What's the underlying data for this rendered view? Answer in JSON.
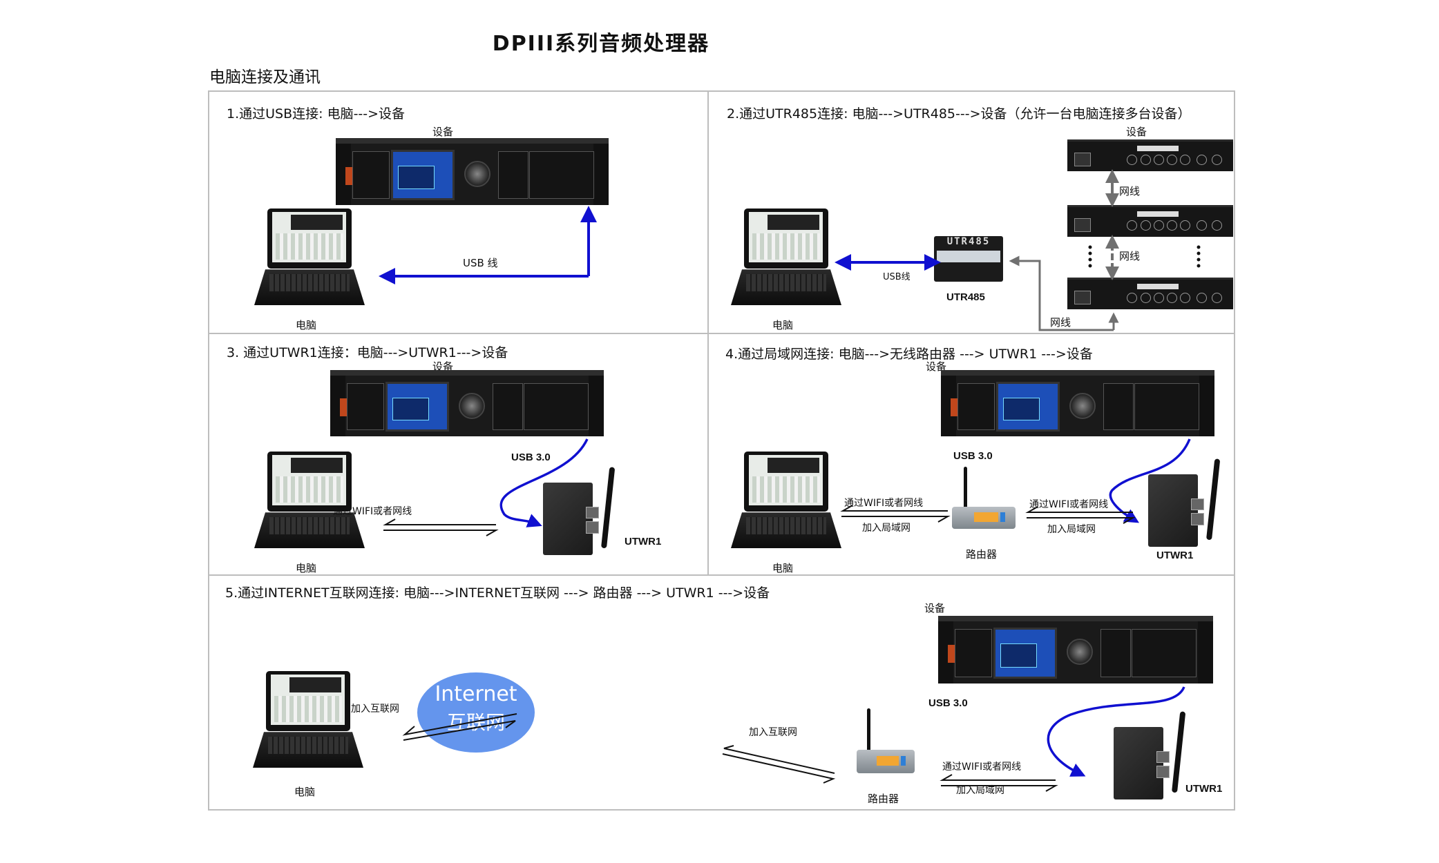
{
  "header": {
    "title": "DPIII系列音频处理器",
    "subtitle": "电脑连接及通讯"
  },
  "panels": [
    {
      "title": "1.通过USB连接:   电脑--->设备",
      "device_label": "设备",
      "pc_label": "电脑",
      "link_label": "USB 线"
    },
    {
      "title": "2.通过UTR485连接:  电脑--->UTR485--->设备（允许一台电脑连接多台设备）",
      "device_label": "设备",
      "pc_label": "电脑",
      "usb_label": "USB线",
      "converter_label": "UTR485",
      "converter_face": "UTR485",
      "cable_labels": [
        "网线",
        "网线",
        "网线"
      ]
    },
    {
      "title": "3. 通过UTWR1连接：电脑--->UTWR1--->设备",
      "device_label": "设备",
      "pc_label": "电脑",
      "usb_label": "USB 3.0",
      "wifi_label": "通过WIFI或者网线",
      "module_label": "UTWR1"
    },
    {
      "title": "4.通过局域网连接:  电脑--->无线路由器 ---> UTWR1 --->设备",
      "device_label": "设备",
      "pc_label": "电脑",
      "usb_label": "USB 3.0",
      "wifi_label_left": "通过WIFI或者网线",
      "lan_label_left": "加入局域网",
      "wifi_label_right": "通过WIFI或者网线",
      "lan_label_right": "加入局域网",
      "router_label": "路由器",
      "module_label": "UTWR1"
    },
    {
      "title": "5.通过INTERNET互联网连接:  电脑--->INTERNET互联网   ---> 路由器 ---> UTWR1 --->设备",
      "device_label": "设备",
      "pc_label": "电脑",
      "internet_label_left": "加入互联网",
      "internet_label_right": "加入互联网",
      "cloud_line1": "Internet",
      "cloud_line2": "互联网",
      "usb_label": "USB 3.0",
      "wifi_label": "通过WIFI或者网线",
      "lan_label": "加入局域网",
      "router_label": "路由器",
      "module_label": "UTWR1"
    }
  ],
  "colors": {
    "usb_arrow": "#1010d0",
    "network_arrow": "#707070",
    "cloud": "#6495ed",
    "border": "#bdbdbd"
  }
}
